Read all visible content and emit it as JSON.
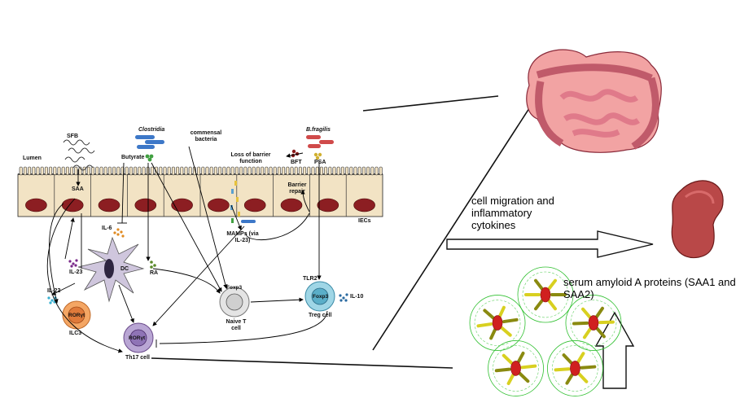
{
  "labels": {
    "sfb": "SFB",
    "clostridia": "Clostridia",
    "commensal": "commensal bacteria",
    "bfragilis": "B.fragilis",
    "lumen": "Lumen",
    "butyrate": "Butyrate",
    "loss_barrier": "Loss of barrier function",
    "bft": "BFT",
    "psa": "PSA",
    "barrier_repair": "Barrier repair",
    "saa": "SAA",
    "iecs": "IECs",
    "il6": "IL-6",
    "il23": "IL-23",
    "mamps": "MAMPs (via IL-23)",
    "dc": "DC",
    "ra": "RA",
    "tlr2": "TLR2",
    "il10": "IL-10",
    "il22": "IL-22",
    "foxp3_naive": "Foxp3",
    "naive_t": "Naive T cell",
    "foxp3_treg": "Foxp3",
    "treg": "Treg cell",
    "roryt_ilc": "RORγt",
    "ilc3": "ILC3",
    "roryt_th17": "RORγt",
    "th17": "Th17 cell",
    "cell_migration": "cell migration and inflammatory cytokines",
    "serum_amyloid": "serum amyloid A proteins (SAA1 and SAA2)"
  },
  "icons": [
    "intestine-icon",
    "kidney-icon",
    "protein-structure-icon",
    "dendritic-cell-icon"
  ]
}
